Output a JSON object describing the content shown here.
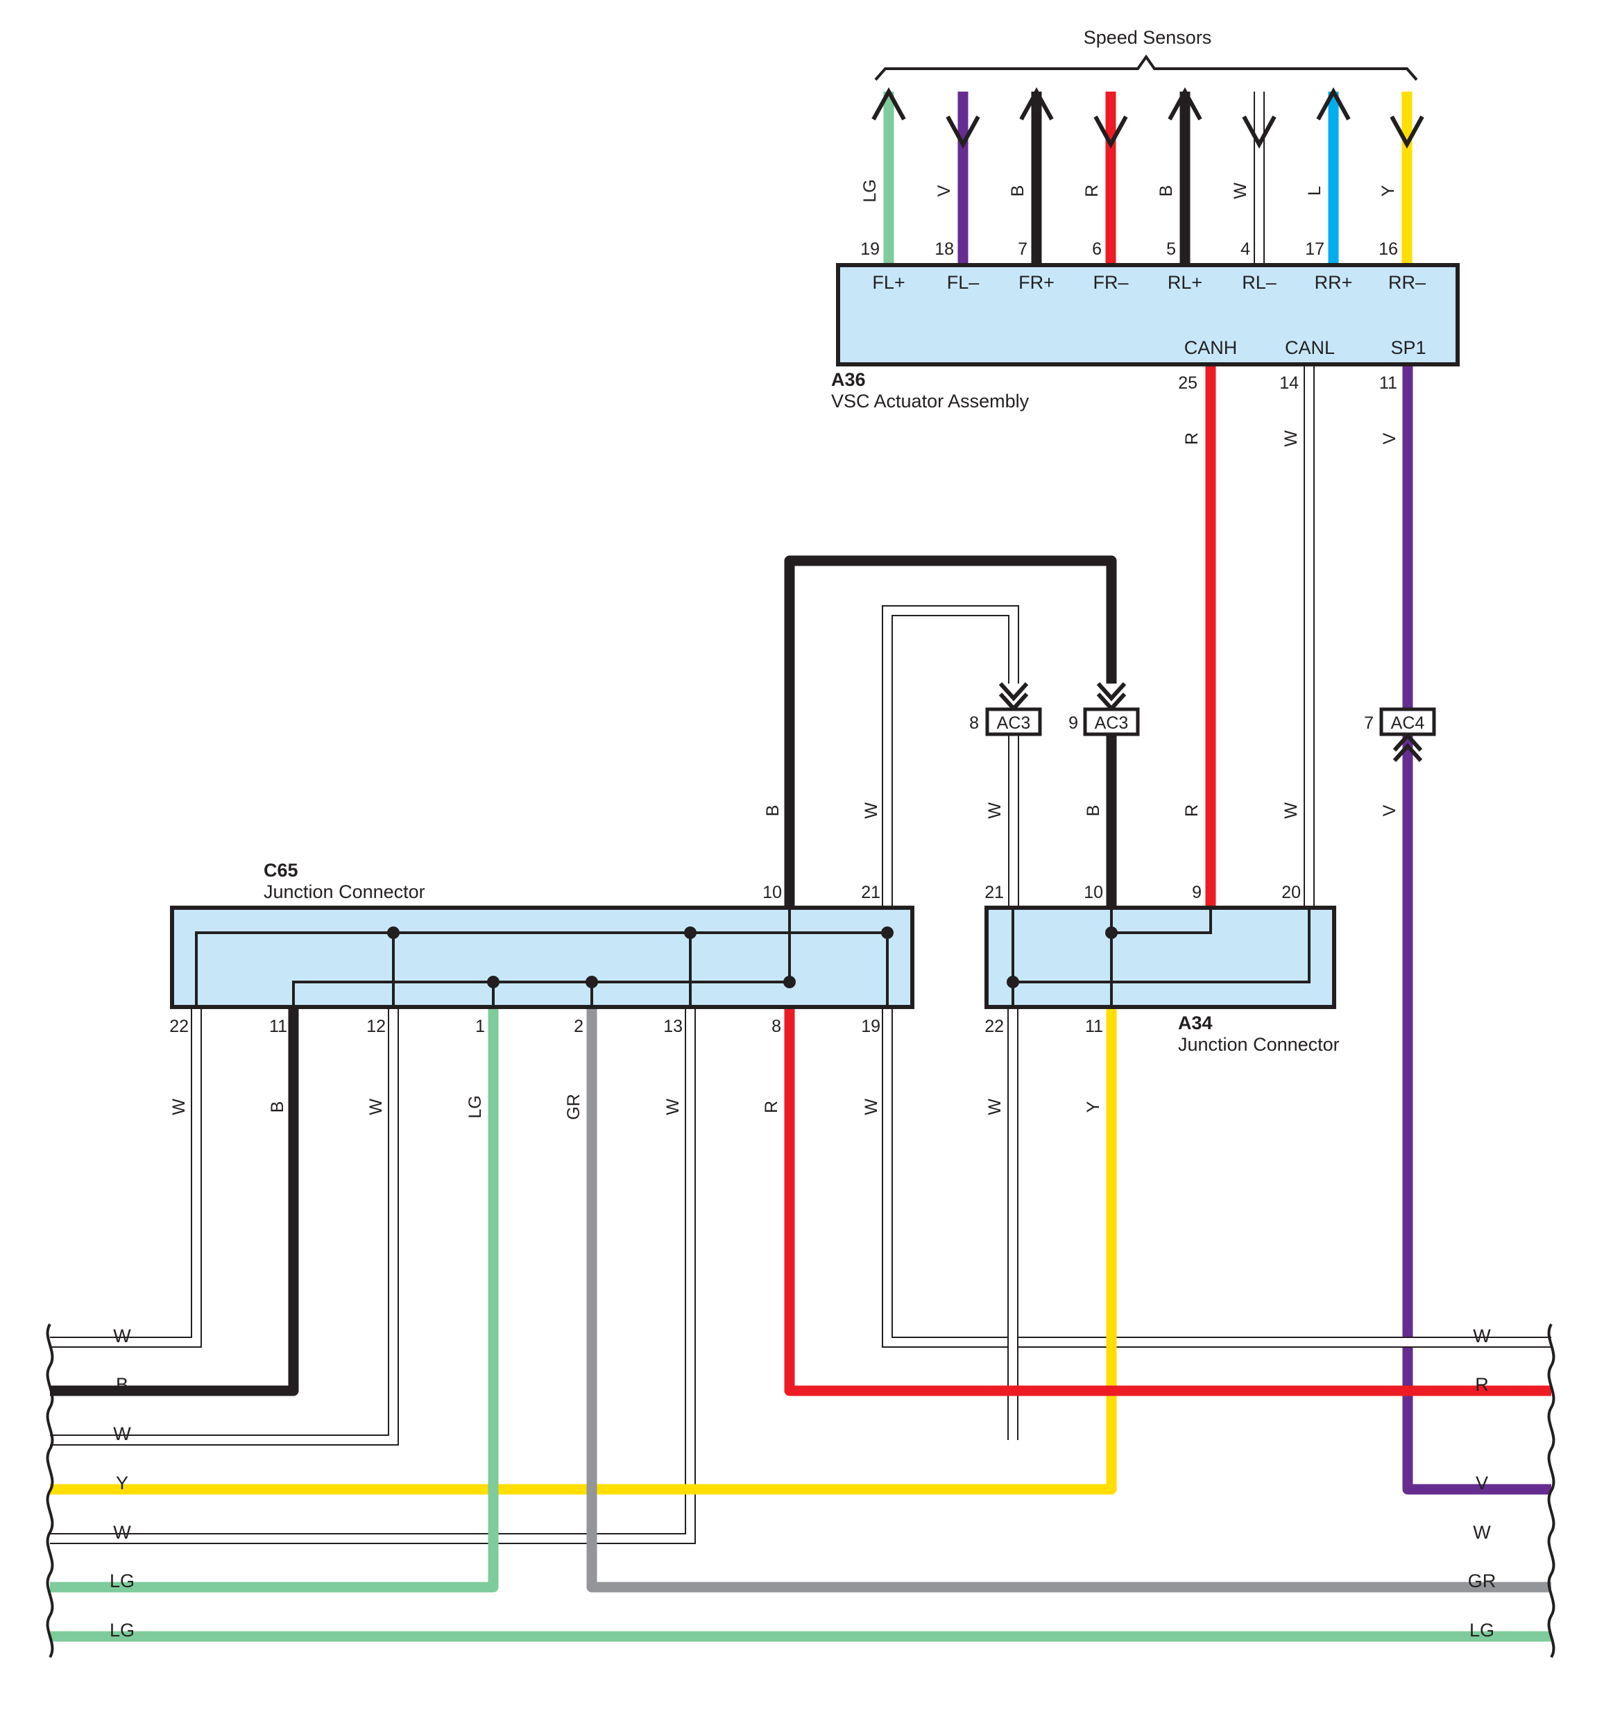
{
  "diagram": {
    "speed_sensors_label": "Speed Sensors",
    "colors": {
      "B": "#231f20",
      "W": "#ffffff",
      "R": "#ed1c24",
      "V": "#662d91",
      "Y": "#ffde00",
      "LG": "#7ecb9b",
      "GR": "#939598",
      "L": "#00aeef",
      "outline": "#231f20",
      "connector_fill": "#c7e7f9"
    },
    "a36": {
      "code": "A36",
      "name": "VSC Actuator Assembly",
      "top_pins": [
        {
          "pin": "19",
          "label": "FL+",
          "wire": "LG",
          "arrow": "up"
        },
        {
          "pin": "18",
          "label": "FL–",
          "wire": "V",
          "arrow": "down"
        },
        {
          "pin": "7",
          "label": "FR+",
          "wire": "B",
          "arrow": "up"
        },
        {
          "pin": "6",
          "label": "FR–",
          "wire": "R",
          "arrow": "down"
        },
        {
          "pin": "5",
          "label": "RL+",
          "wire": "B",
          "arrow": "up"
        },
        {
          "pin": "4",
          "label": "RL–",
          "wire": "W",
          "arrow": "down"
        },
        {
          "pin": "17",
          "label": "RR+",
          "wire": "L",
          "arrow": "up"
        },
        {
          "pin": "16",
          "label": "RR–",
          "wire": "Y",
          "arrow": "down"
        }
      ],
      "bottom_pins": [
        {
          "pin": "25",
          "label": "CANH",
          "wire": "R"
        },
        {
          "pin": "14",
          "label": "CANL",
          "wire": "W"
        },
        {
          "pin": "11",
          "label": "SP1",
          "wire": "V"
        }
      ]
    },
    "c65": {
      "code": "C65",
      "name": "Junction Connector",
      "top_pins": [
        {
          "pin": "10",
          "wire": "B"
        },
        {
          "pin": "21",
          "wire": "W"
        }
      ],
      "bottom_pins": [
        {
          "pin": "22",
          "wire": "W"
        },
        {
          "pin": "11",
          "wire": "B"
        },
        {
          "pin": "12",
          "wire": "W"
        },
        {
          "pin": "1",
          "wire": "LG"
        },
        {
          "pin": "2",
          "wire": "GR"
        },
        {
          "pin": "13",
          "wire": "W"
        },
        {
          "pin": "8",
          "wire": "R"
        },
        {
          "pin": "19",
          "wire": "W"
        }
      ]
    },
    "a34": {
      "code": "A34",
      "name": "Junction Connector",
      "top_pins": [
        {
          "pin": "21",
          "wire": "W"
        },
        {
          "pin": "10",
          "wire": "B"
        },
        {
          "pin": "9",
          "wire": "R"
        },
        {
          "pin": "20",
          "wire": "W"
        }
      ],
      "bottom_pins": [
        {
          "pin": "22",
          "wire": "W"
        },
        {
          "pin": "11",
          "wire": "Y"
        }
      ]
    },
    "inline_connectors": [
      {
        "pin": "8",
        "code": "AC3",
        "wire": "W"
      },
      {
        "pin": "9",
        "code": "AC3",
        "wire": "B"
      },
      {
        "pin": "7",
        "code": "AC4",
        "wire": "V"
      }
    ],
    "harness_left": [
      {
        "label": "W",
        "wire": "W"
      },
      {
        "label": "B",
        "wire": "B"
      },
      {
        "label": "W",
        "wire": "W"
      },
      {
        "label": "Y",
        "wire": "Y"
      },
      {
        "label": "W",
        "wire": "W"
      },
      {
        "label": "LG",
        "wire": "LG"
      },
      {
        "label": "LG",
        "wire": "LG"
      }
    ],
    "harness_right": [
      {
        "label": "W",
        "wire": "W"
      },
      {
        "label": "R",
        "wire": "R"
      },
      {
        "label": "V",
        "wire": "V"
      },
      {
        "label": "W",
        "wire": "W"
      },
      {
        "label": "GR",
        "wire": "GR"
      },
      {
        "label": "LG",
        "wire": "LG"
      }
    ],
    "vertical_wire_labels": {
      "canh": "R",
      "canl": "W",
      "sp1": "V",
      "c65_b": "B",
      "c65_w": "W",
      "ac3_8": "W",
      "ac3_9": "B",
      "a34_r": "R",
      "a34_w": "W",
      "ac4_v": "V",
      "c65_22": "W",
      "c65_11": "B",
      "c65_12": "W",
      "c65_1": "LG",
      "c65_2": "GR",
      "c65_13": "W",
      "c65_8": "R",
      "c65_19": "W",
      "a34_22": "W",
      "a34_11": "Y"
    }
  }
}
